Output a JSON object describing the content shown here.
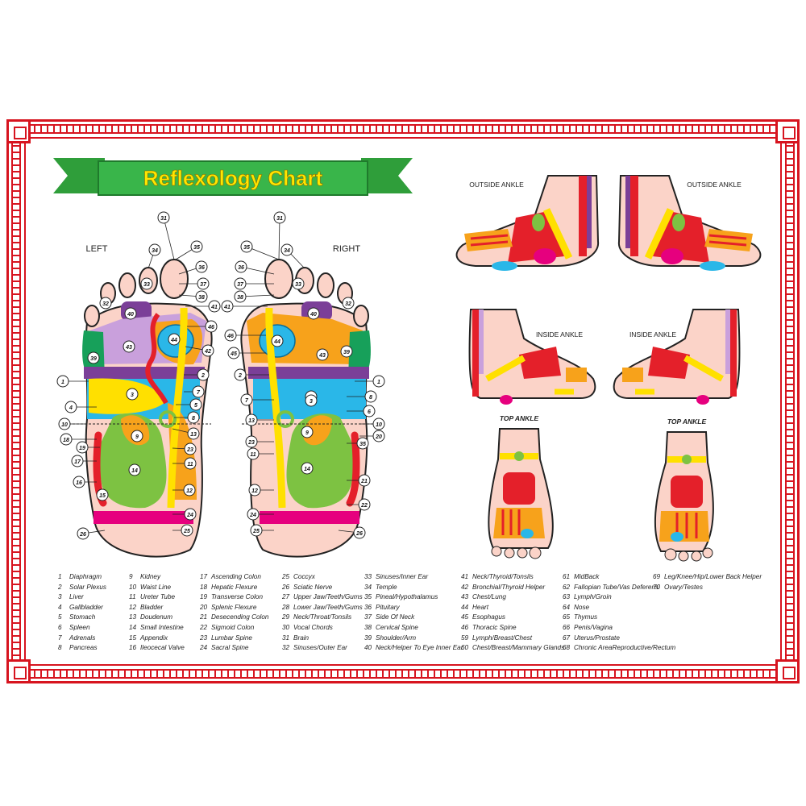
{
  "title": "Reflexology Chart",
  "foot_labels": {
    "left": "LEFT",
    "right": "RIGHT",
    "outside_ankle": "OUTSIDE ANKLE",
    "inside_ankle": "INSIDE ANKLE",
    "top_ankle": "TOP ANKLE"
  },
  "colors": {
    "border": "#d7141f",
    "banner_green": "#2f9e3a",
    "title_yellow": "#ffe600",
    "skin": "#fbd3c8",
    "orange": "#f7a21b",
    "yellow": "#ffe000",
    "cyan": "#2ab7e8",
    "green": "#7dc242",
    "red": "#e4202a",
    "purple": "#7b3f98",
    "teal_green": "#17a05a",
    "magenta": "#e6007e"
  },
  "legend": [
    [
      {
        "n": "1",
        "t": "Diaphragm"
      },
      {
        "n": "2",
        "t": "Solar Plexus"
      },
      {
        "n": "3",
        "t": "Liver"
      },
      {
        "n": "4",
        "t": "Gallbladder"
      },
      {
        "n": "5",
        "t": "Stomach"
      },
      {
        "n": "6",
        "t": "Spleen"
      },
      {
        "n": "7",
        "t": "Adrenals"
      },
      {
        "n": "8",
        "t": "Pancreas"
      }
    ],
    [
      {
        "n": "9",
        "t": "Kidney"
      },
      {
        "n": "10",
        "t": "Waist Line"
      },
      {
        "n": "11",
        "t": "Ureter Tube"
      },
      {
        "n": "12",
        "t": "Bladder"
      },
      {
        "n": "13",
        "t": "Doudenum"
      },
      {
        "n": "14",
        "t": "Small Intestine"
      },
      {
        "n": "15",
        "t": "Appendix"
      },
      {
        "n": "16",
        "t": "Ileocecal Valve"
      }
    ],
    [
      {
        "n": "17",
        "t": "Ascending Colon"
      },
      {
        "n": "18",
        "t": "Hepatic Flexure"
      },
      {
        "n": "19",
        "t": "Transverse Colon"
      },
      {
        "n": "20",
        "t": "Splenic Flexure"
      },
      {
        "n": "21",
        "t": "Desecending Colon"
      },
      {
        "n": "22",
        "t": "Sigmoid Colon"
      },
      {
        "n": "23",
        "t": "Lumbar Spine"
      },
      {
        "n": "24",
        "t": "Sacral Spine"
      }
    ],
    [
      {
        "n": "25",
        "t": "Coccyx"
      },
      {
        "n": "26",
        "t": "Sciatic Nerve"
      },
      {
        "n": "27",
        "t": "Upper Jaw/Teeth/Gums"
      },
      {
        "n": "28",
        "t": "Lower Jaw/Teeth/Gums"
      },
      {
        "n": "29",
        "t": "Neck/Throat/Tonsils"
      },
      {
        "n": "30",
        "t": "Vocal Chords"
      },
      {
        "n": "31",
        "t": "Brain"
      },
      {
        "n": "32",
        "t": "Sinuses/Outer Ear"
      }
    ],
    [
      {
        "n": "33",
        "t": "Sinuses/Inner Ear"
      },
      {
        "n": "34",
        "t": "Temple"
      },
      {
        "n": "35",
        "t": "Pineal/Hypothalamus"
      },
      {
        "n": "36",
        "t": "Pituitary"
      },
      {
        "n": "37",
        "t": "Side Of Neck"
      },
      {
        "n": "38",
        "t": "Cervical Spine"
      },
      {
        "n": "39",
        "t": "Shoulder/Arm"
      },
      {
        "n": "40",
        "t": "Neck/Helper To Eye  Inner Ear"
      }
    ],
    [
      {
        "n": "41",
        "t": "Neck/Thyroid/Tonsils"
      },
      {
        "n": "42",
        "t": "Bronchial/Thyroid Helper"
      },
      {
        "n": "43",
        "t": "Chest/Lung"
      },
      {
        "n": "44",
        "t": "Heart"
      },
      {
        "n": "45",
        "t": "Esophagus"
      },
      {
        "n": "46",
        "t": "Thoracic Spine"
      },
      {
        "n": "59",
        "t": "Lymph/Breast/Chest"
      },
      {
        "n": "60",
        "t": "Chest/Breast/Mammary Glands"
      }
    ],
    [
      {
        "n": "61",
        "t": "MidBack"
      },
      {
        "n": "62",
        "t": "Fallopian Tube/Vas Deferens"
      },
      {
        "n": "63",
        "t": "Lymph/Groin"
      },
      {
        "n": "64",
        "t": "Nose"
      },
      {
        "n": "65",
        "t": "Thymus"
      },
      {
        "n": "66",
        "t": "Penis/Vagina"
      },
      {
        "n": "67",
        "t": "Uterus/Prostate"
      },
      {
        "n": "68",
        "t": "Chronic AreaReproductive/Rectum"
      }
    ],
    [
      {
        "n": "69",
        "t": "Leg/Knee/Hip/Lower Back Helper"
      },
      {
        "n": "70",
        "t": "Ovary/Testes"
      }
    ]
  ],
  "left_foot_callouts": [
    "31",
    "34",
    "33",
    "32",
    "35",
    "36",
    "37",
    "38",
    "41",
    "46",
    "42",
    "40",
    "43",
    "39",
    "2",
    "7",
    "5",
    "8",
    "13",
    "23",
    "11",
    "12",
    "24",
    "25",
    "26",
    "1",
    "3",
    "4",
    "10",
    "18",
    "19",
    "9",
    "17",
    "14",
    "16",
    "15",
    "44"
  ],
  "right_foot_callouts": [
    "31",
    "35",
    "34",
    "33",
    "32",
    "36",
    "37",
    "38",
    "41",
    "46",
    "45",
    "40",
    "43",
    "39",
    "44",
    "2",
    "7",
    "5",
    "8",
    "6",
    "13",
    "10",
    "20",
    "35",
    "23",
    "11",
    "12",
    "21",
    "22",
    "24",
    "25",
    "26",
    "1",
    "3",
    "9",
    "14"
  ]
}
